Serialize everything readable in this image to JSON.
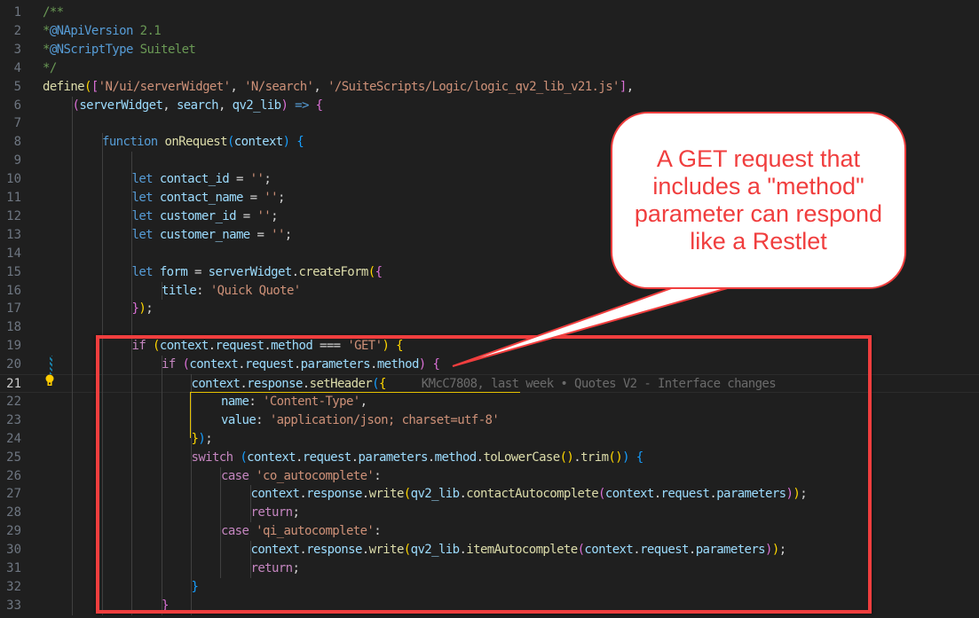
{
  "editor": {
    "language": "javascript",
    "current_line": 21,
    "lines": [
      {
        "n": "1",
        "indent": 0,
        "tokens": [
          [
            "cm",
            "/**"
          ]
        ]
      },
      {
        "n": "2",
        "indent": 0,
        "tokens": [
          [
            "cm",
            "*"
          ],
          [
            "tag",
            "@NApiVersion"
          ],
          [
            "cm",
            " 2.1"
          ]
        ]
      },
      {
        "n": "3",
        "indent": 0,
        "tokens": [
          [
            "cm",
            "*"
          ],
          [
            "tag",
            "@NScriptType"
          ],
          [
            "cm",
            " Suitelet"
          ]
        ]
      },
      {
        "n": "4",
        "indent": 0,
        "tokens": [
          [
            "cm",
            "*/"
          ]
        ]
      },
      {
        "n": "5",
        "indent": 0,
        "tokens": [
          [
            "fn",
            "define"
          ],
          [
            "b1",
            "("
          ],
          [
            "b2",
            "["
          ],
          [
            "str",
            "'N/ui/serverWidget'"
          ],
          [
            "op",
            ", "
          ],
          [
            "str",
            "'N/search'"
          ],
          [
            "op",
            ", "
          ],
          [
            "str",
            "'/SuiteScripts/Logic/logic_qv2_lib_v21.js'"
          ],
          [
            "b2",
            "]"
          ],
          [
            "op",
            ","
          ]
        ]
      },
      {
        "n": "6",
        "indent": 1,
        "tokens": [
          [
            "b2",
            "("
          ],
          [
            "var",
            "serverWidget"
          ],
          [
            "op",
            ", "
          ],
          [
            "var",
            "search"
          ],
          [
            "op",
            ", "
          ],
          [
            "var",
            "qv2_lib"
          ],
          [
            "b2",
            ")"
          ],
          [
            "op",
            " "
          ],
          [
            "kw",
            "=>"
          ],
          [
            "op",
            " "
          ],
          [
            "b2",
            "{"
          ]
        ]
      },
      {
        "n": "7",
        "indent": 0,
        "tokens": []
      },
      {
        "n": "8",
        "indent": 2,
        "tokens": [
          [
            "kw",
            "function"
          ],
          [
            "op",
            " "
          ],
          [
            "fn",
            "onRequest"
          ],
          [
            "b3",
            "("
          ],
          [
            "var",
            "context"
          ],
          [
            "b3",
            ")"
          ],
          [
            "op",
            " "
          ],
          [
            "b3",
            "{"
          ]
        ]
      },
      {
        "n": "9",
        "indent": 0,
        "tokens": []
      },
      {
        "n": "10",
        "indent": 3,
        "tokens": [
          [
            "kw",
            "let"
          ],
          [
            "op",
            " "
          ],
          [
            "var",
            "contact_id"
          ],
          [
            "op",
            " = "
          ],
          [
            "str",
            "''"
          ],
          [
            "op",
            ";"
          ]
        ]
      },
      {
        "n": "11",
        "indent": 3,
        "tokens": [
          [
            "kw",
            "let"
          ],
          [
            "op",
            " "
          ],
          [
            "var",
            "contact_name"
          ],
          [
            "op",
            " = "
          ],
          [
            "str",
            "''"
          ],
          [
            "op",
            ";"
          ]
        ]
      },
      {
        "n": "12",
        "indent": 3,
        "tokens": [
          [
            "kw",
            "let"
          ],
          [
            "op",
            " "
          ],
          [
            "var",
            "customer_id"
          ],
          [
            "op",
            " = "
          ],
          [
            "str",
            "''"
          ],
          [
            "op",
            ";"
          ]
        ]
      },
      {
        "n": "13",
        "indent": 3,
        "tokens": [
          [
            "kw",
            "let"
          ],
          [
            "op",
            " "
          ],
          [
            "var",
            "customer_name"
          ],
          [
            "op",
            " = "
          ],
          [
            "str",
            "''"
          ],
          [
            "op",
            ";"
          ]
        ]
      },
      {
        "n": "14",
        "indent": 0,
        "tokens": []
      },
      {
        "n": "15",
        "indent": 3,
        "tokens": [
          [
            "kw",
            "let"
          ],
          [
            "op",
            " "
          ],
          [
            "var",
            "form"
          ],
          [
            "op",
            " = "
          ],
          [
            "var",
            "serverWidget"
          ],
          [
            "op",
            "."
          ],
          [
            "fn",
            "createForm"
          ],
          [
            "b1",
            "("
          ],
          [
            "b2",
            "{"
          ]
        ]
      },
      {
        "n": "16",
        "indent": 4,
        "tokens": [
          [
            "var",
            "title"
          ],
          [
            "op",
            ": "
          ],
          [
            "str",
            "'Quick Quote'"
          ]
        ]
      },
      {
        "n": "17",
        "indent": 3,
        "tokens": [
          [
            "b2",
            "}"
          ],
          [
            "b1",
            ")"
          ],
          [
            "op",
            ";"
          ]
        ]
      },
      {
        "n": "18",
        "indent": 0,
        "tokens": []
      },
      {
        "n": "19",
        "indent": 3,
        "tokens": [
          [
            "ctl",
            "if"
          ],
          [
            "op",
            " "
          ],
          [
            "b1",
            "("
          ],
          [
            "var",
            "context"
          ],
          [
            "op",
            "."
          ],
          [
            "var",
            "request"
          ],
          [
            "op",
            "."
          ],
          [
            "var",
            "method"
          ],
          [
            "op",
            " === "
          ],
          [
            "str",
            "'GET'"
          ],
          [
            "b1",
            ")"
          ],
          [
            "op",
            " "
          ],
          [
            "b1",
            "{"
          ]
        ]
      },
      {
        "n": "20",
        "indent": 4,
        "tokens": [
          [
            "ctl",
            "if"
          ],
          [
            "op",
            " "
          ],
          [
            "b2",
            "("
          ],
          [
            "var",
            "context"
          ],
          [
            "op",
            "."
          ],
          [
            "var",
            "request"
          ],
          [
            "op",
            "."
          ],
          [
            "var",
            "parameters"
          ],
          [
            "op",
            "."
          ],
          [
            "var",
            "method"
          ],
          [
            "b2",
            ")"
          ],
          [
            "op",
            " "
          ],
          [
            "b2",
            "{"
          ]
        ]
      },
      {
        "n": "21",
        "indent": 5,
        "tokens": [
          [
            "var",
            "context"
          ],
          [
            "op",
            "."
          ],
          [
            "var",
            "response"
          ],
          [
            "op",
            "."
          ],
          [
            "fn",
            "setHeader"
          ],
          [
            "b3",
            "("
          ],
          [
            "b1",
            "{"
          ]
        ],
        "blame": "KMcC7808, last week • Quotes V2 - Interface changes"
      },
      {
        "n": "22",
        "indent": 6,
        "tokens": [
          [
            "var",
            "name"
          ],
          [
            "op",
            ": "
          ],
          [
            "str",
            "'Content-Type'"
          ],
          [
            "op",
            ","
          ]
        ]
      },
      {
        "n": "23",
        "indent": 6,
        "tokens": [
          [
            "var",
            "value"
          ],
          [
            "op",
            ": "
          ],
          [
            "str",
            "'application/json; charset=utf-8'"
          ]
        ]
      },
      {
        "n": "24",
        "indent": 5,
        "tokens": [
          [
            "b1",
            "}"
          ],
          [
            "b3",
            ")"
          ],
          [
            "op",
            ";"
          ]
        ]
      },
      {
        "n": "25",
        "indent": 5,
        "tokens": [
          [
            "ctl",
            "switch"
          ],
          [
            "op",
            " "
          ],
          [
            "b3",
            "("
          ],
          [
            "var",
            "context"
          ],
          [
            "op",
            "."
          ],
          [
            "var",
            "request"
          ],
          [
            "op",
            "."
          ],
          [
            "var",
            "parameters"
          ],
          [
            "op",
            "."
          ],
          [
            "var",
            "method"
          ],
          [
            "op",
            "."
          ],
          [
            "fn",
            "toLowerCase"
          ],
          [
            "b1",
            "()"
          ],
          [
            "op",
            "."
          ],
          [
            "fn",
            "trim"
          ],
          [
            "b1",
            "()"
          ],
          [
            "b3",
            ")"
          ],
          [
            "op",
            " "
          ],
          [
            "b3",
            "{"
          ]
        ]
      },
      {
        "n": "26",
        "indent": 6,
        "tokens": [
          [
            "ctl",
            "case"
          ],
          [
            "op",
            " "
          ],
          [
            "str",
            "'co_autocomplete'"
          ],
          [
            "op",
            ":"
          ]
        ]
      },
      {
        "n": "27",
        "indent": 7,
        "tokens": [
          [
            "var",
            "context"
          ],
          [
            "op",
            "."
          ],
          [
            "var",
            "response"
          ],
          [
            "op",
            "."
          ],
          [
            "fn",
            "write"
          ],
          [
            "b1",
            "("
          ],
          [
            "var",
            "qv2_lib"
          ],
          [
            "op",
            "."
          ],
          [
            "fn",
            "contactAutocomplete"
          ],
          [
            "b2",
            "("
          ],
          [
            "var",
            "context"
          ],
          [
            "op",
            "."
          ],
          [
            "var",
            "request"
          ],
          [
            "op",
            "."
          ],
          [
            "var",
            "parameters"
          ],
          [
            "b2",
            ")"
          ],
          [
            "b1",
            ")"
          ],
          [
            "op",
            ";"
          ]
        ]
      },
      {
        "n": "28",
        "indent": 7,
        "tokens": [
          [
            "ctl",
            "return"
          ],
          [
            "op",
            ";"
          ]
        ]
      },
      {
        "n": "29",
        "indent": 6,
        "tokens": [
          [
            "ctl",
            "case"
          ],
          [
            "op",
            " "
          ],
          [
            "str",
            "'qi_autocomplete'"
          ],
          [
            "op",
            ":"
          ]
        ]
      },
      {
        "n": "30",
        "indent": 7,
        "tokens": [
          [
            "var",
            "context"
          ],
          [
            "op",
            "."
          ],
          [
            "var",
            "response"
          ],
          [
            "op",
            "."
          ],
          [
            "fn",
            "write"
          ],
          [
            "b1",
            "("
          ],
          [
            "var",
            "qv2_lib"
          ],
          [
            "op",
            "."
          ],
          [
            "fn",
            "itemAutocomplete"
          ],
          [
            "b2",
            "("
          ],
          [
            "var",
            "context"
          ],
          [
            "op",
            "."
          ],
          [
            "var",
            "request"
          ],
          [
            "op",
            "."
          ],
          [
            "var",
            "parameters"
          ],
          [
            "b2",
            ")"
          ],
          [
            "b1",
            ")"
          ],
          [
            "op",
            ";"
          ]
        ]
      },
      {
        "n": "31",
        "indent": 7,
        "tokens": [
          [
            "ctl",
            "return"
          ],
          [
            "op",
            ";"
          ]
        ]
      },
      {
        "n": "32",
        "indent": 5,
        "tokens": [
          [
            "b3",
            "}"
          ]
        ]
      },
      {
        "n": "33",
        "indent": 4,
        "tokens": [
          [
            "b2",
            "}"
          ]
        ]
      }
    ]
  },
  "annotation": {
    "callout_text": "A GET request that includes a \"method\" parameter can respond like a Restlet",
    "color": "#f03e3e"
  },
  "colors": {
    "background": "#1f1f1f",
    "highlight": "#f03e3e"
  }
}
